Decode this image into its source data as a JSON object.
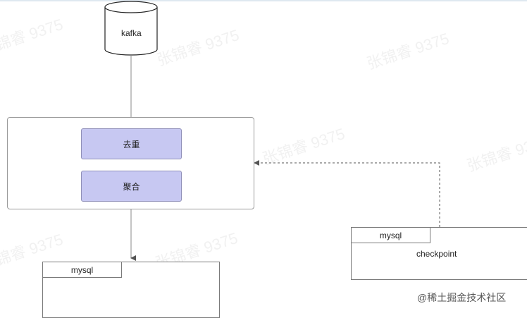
{
  "source": {
    "label": "kafka"
  },
  "processing": {
    "steps": [
      {
        "label": "去重"
      },
      {
        "label": "聚合"
      }
    ]
  },
  "sink": {
    "table_label": "mysql"
  },
  "checkpoint_store": {
    "table_label": "mysql",
    "content": "checkpoint"
  },
  "watermark_text": "张锦睿 9375",
  "footer_mark": "@稀土掘金技术社区",
  "colors": {
    "step_fill": "#c7c8f2",
    "step_border": "#8f8fb8",
    "line": "#8a8a8a",
    "dashed_arrow": "#555555"
  }
}
